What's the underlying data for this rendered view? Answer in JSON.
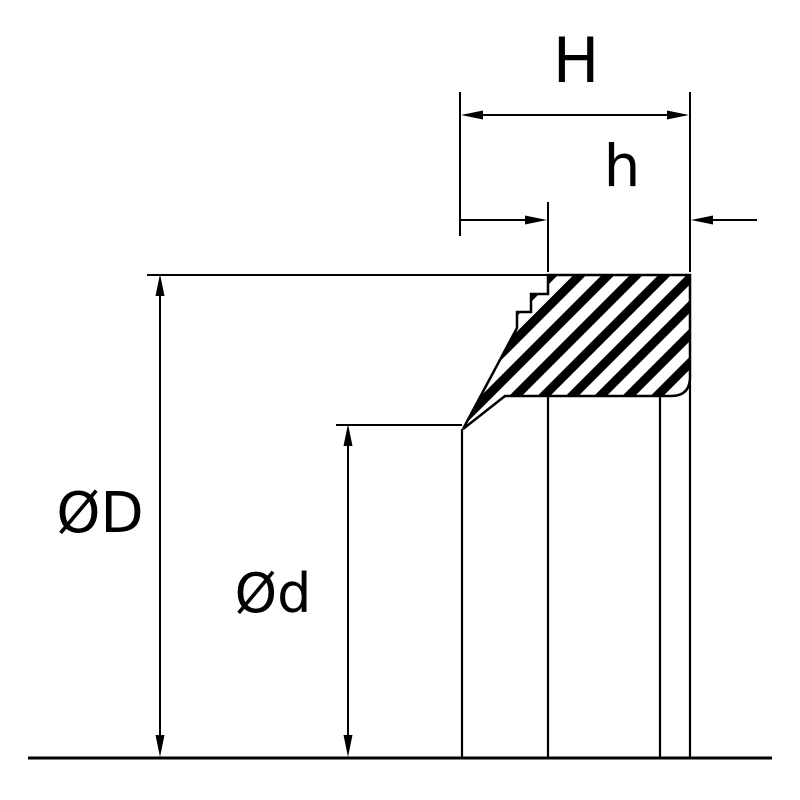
{
  "drawing": {
    "labels": {
      "total_height": "H",
      "lip_height": "h",
      "outer_diameter": "ØD",
      "inner_diameter": "Ød"
    },
    "colors": {
      "stroke": "#000000",
      "hatch": "#000000",
      "background": "#ffffff"
    }
  }
}
